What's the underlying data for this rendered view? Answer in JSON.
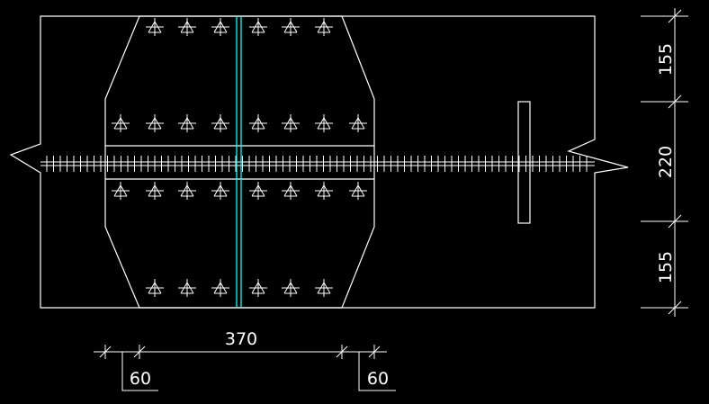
{
  "colors": {
    "background": "#000000",
    "line": "#ffffff",
    "centerline": "#00ffff"
  },
  "bolt_symbol": "bolt-cross-icon",
  "dimensions": {
    "right": [
      {
        "id": "top",
        "text": "155"
      },
      {
        "id": "middle",
        "text": "220"
      },
      {
        "id": "bottom",
        "text": "155"
      }
    ],
    "bottom": {
      "overall": "370",
      "left_edge": "60",
      "right_edge": "60"
    }
  }
}
